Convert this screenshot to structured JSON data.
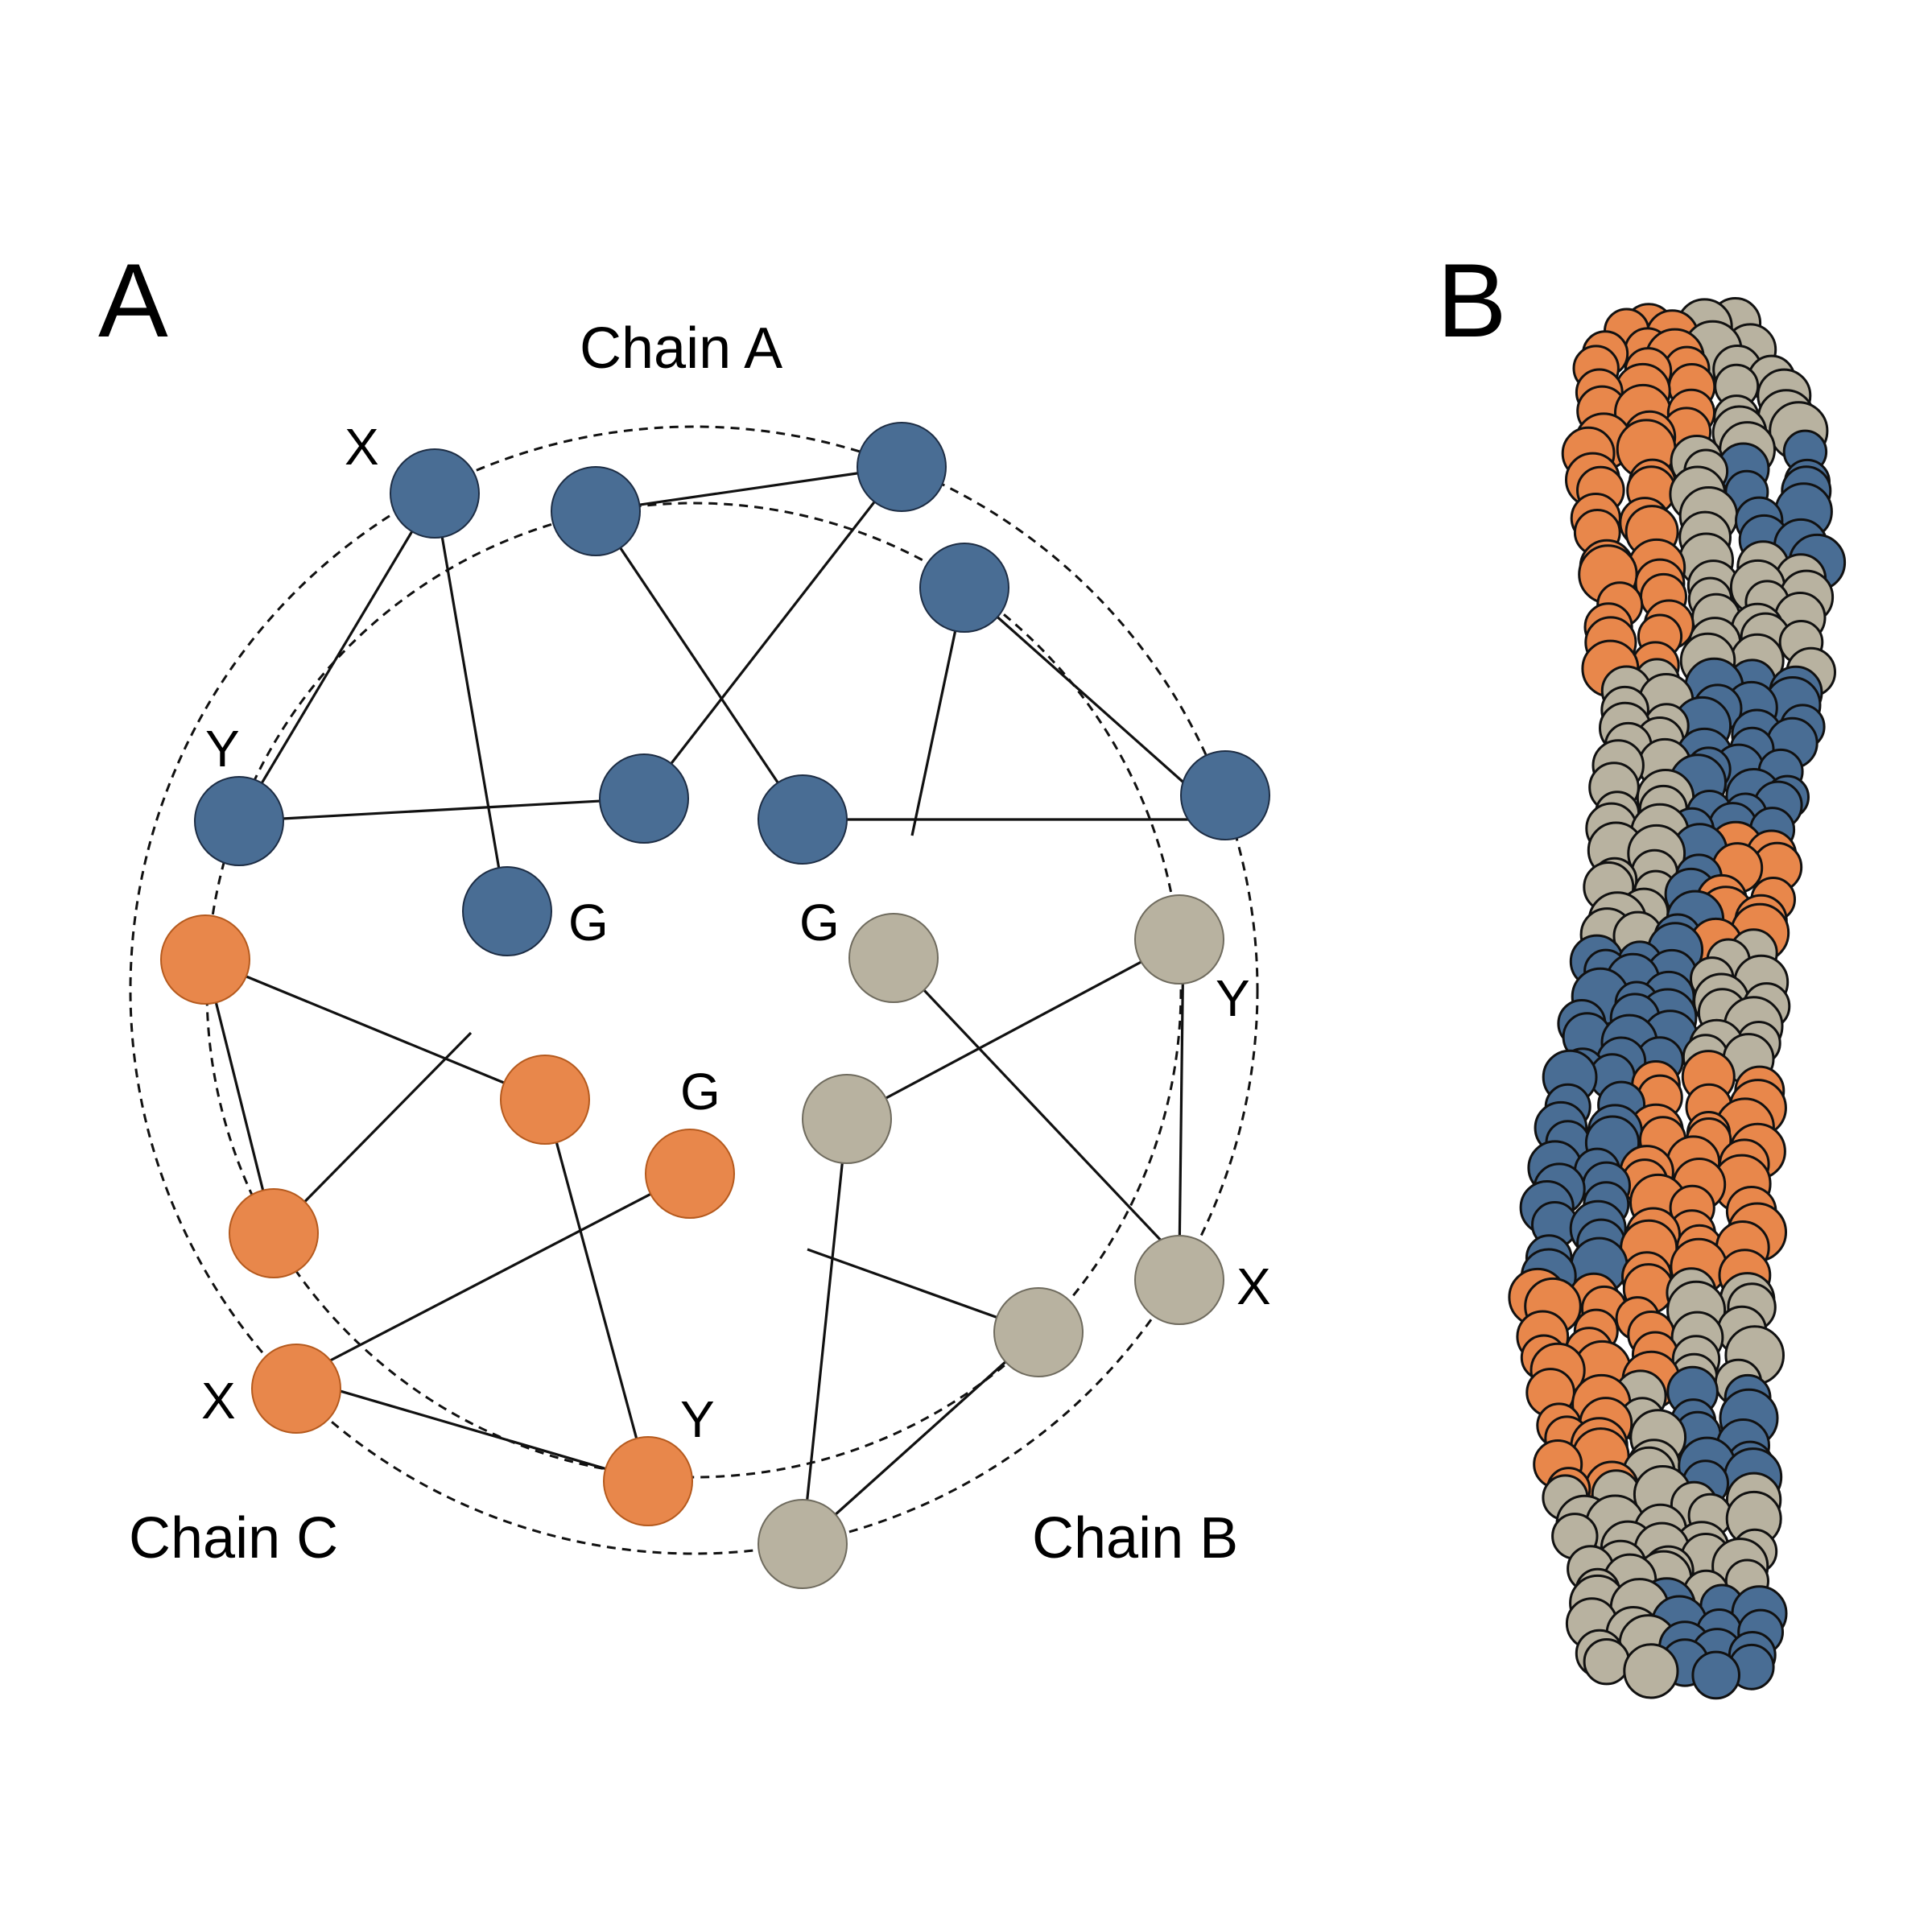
{
  "panels": {
    "a": {
      "letter": "A"
    },
    "b": {
      "letter": "B"
    }
  },
  "chains": {
    "a": {
      "label": "Chain A",
      "color": "#496d94"
    },
    "b": {
      "label": "Chain B",
      "color": "#b8b2a0"
    },
    "c": {
      "label": "Chain C",
      "color": "#e8874b"
    }
  },
  "residue_labels": {
    "a_x": "X",
    "a_y": "Y",
    "a_g": "G",
    "b_g": "G",
    "b_y": "Y",
    "b_x": "X",
    "c_g": "G",
    "c_x": "X",
    "c_y": "Y"
  }
}
